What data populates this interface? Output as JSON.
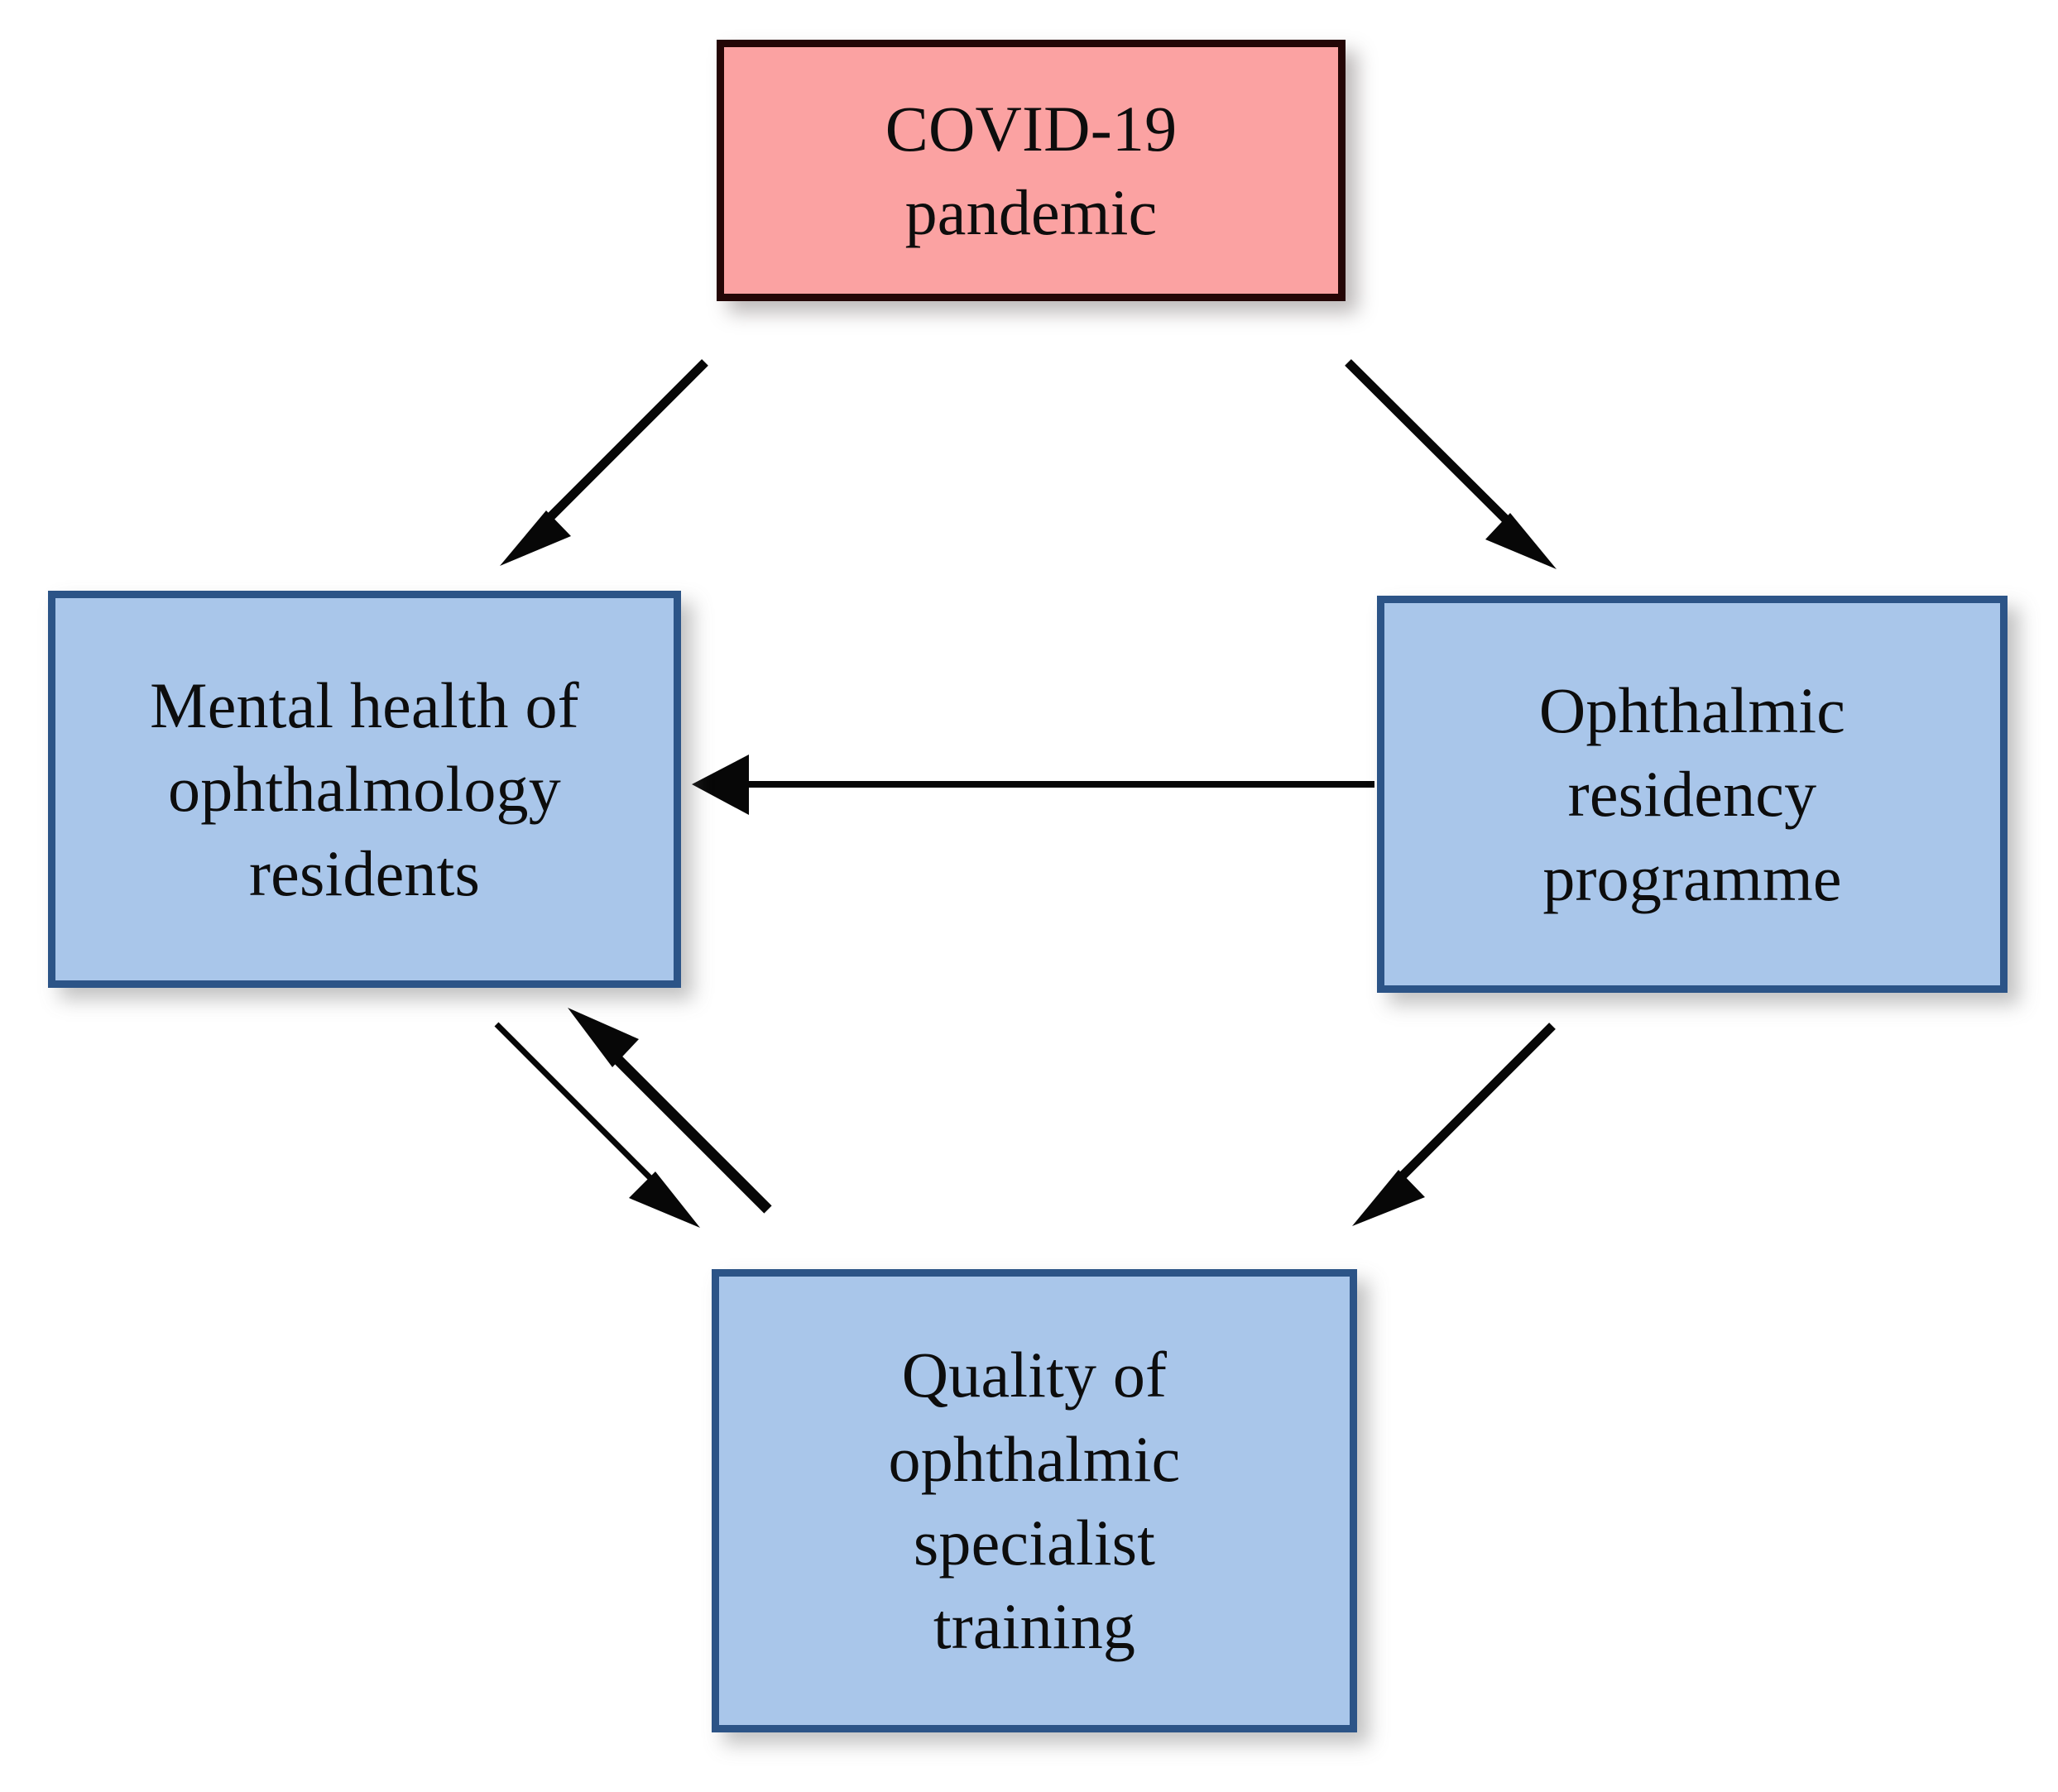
{
  "diagram": {
    "title": "COVID-19 pandemic impact on ophthalmology residency flowchart",
    "colors": {
      "cause_fill": "#FBA2A2",
      "cause_border": "#240606",
      "effect_fill": "#A9C6EA",
      "effect_border": "#2C5487",
      "arrow": "#070707",
      "background": "#FFFFFF"
    },
    "nodes": [
      {
        "id": "covid",
        "label": "COVID-19\npandemic",
        "role": "cause",
        "position": "top-center"
      },
      {
        "id": "mental",
        "label": "Mental health of\nophthalmology\nresidents",
        "role": "effect",
        "position": "left"
      },
      {
        "id": "residency",
        "label": "Ophthalmic\nresidency\nprogramme",
        "role": "effect",
        "position": "right"
      },
      {
        "id": "quality",
        "label": "Quality of\nophthalmic\nspecialist\ntraining",
        "role": "effect",
        "position": "bottom-center"
      }
    ],
    "edges": [
      {
        "id": "covid-to-mental",
        "from": "covid",
        "to": "mental",
        "style": "single-arrow",
        "direction": "down-left"
      },
      {
        "id": "covid-to-residency",
        "from": "covid",
        "to": "residency",
        "style": "single-arrow",
        "direction": "down-right"
      },
      {
        "id": "residency-to-mental",
        "from": "residency",
        "to": "mental",
        "style": "single-arrow",
        "direction": "left"
      },
      {
        "id": "residency-to-quality",
        "from": "residency",
        "to": "quality",
        "style": "single-arrow",
        "direction": "down-left"
      },
      {
        "id": "mental-to-quality",
        "from": "mental",
        "to": "quality",
        "style": "single-arrow",
        "direction": "down-right"
      },
      {
        "id": "quality-to-mental",
        "from": "quality",
        "to": "mental",
        "style": "single-arrow",
        "direction": "up-left"
      }
    ]
  }
}
